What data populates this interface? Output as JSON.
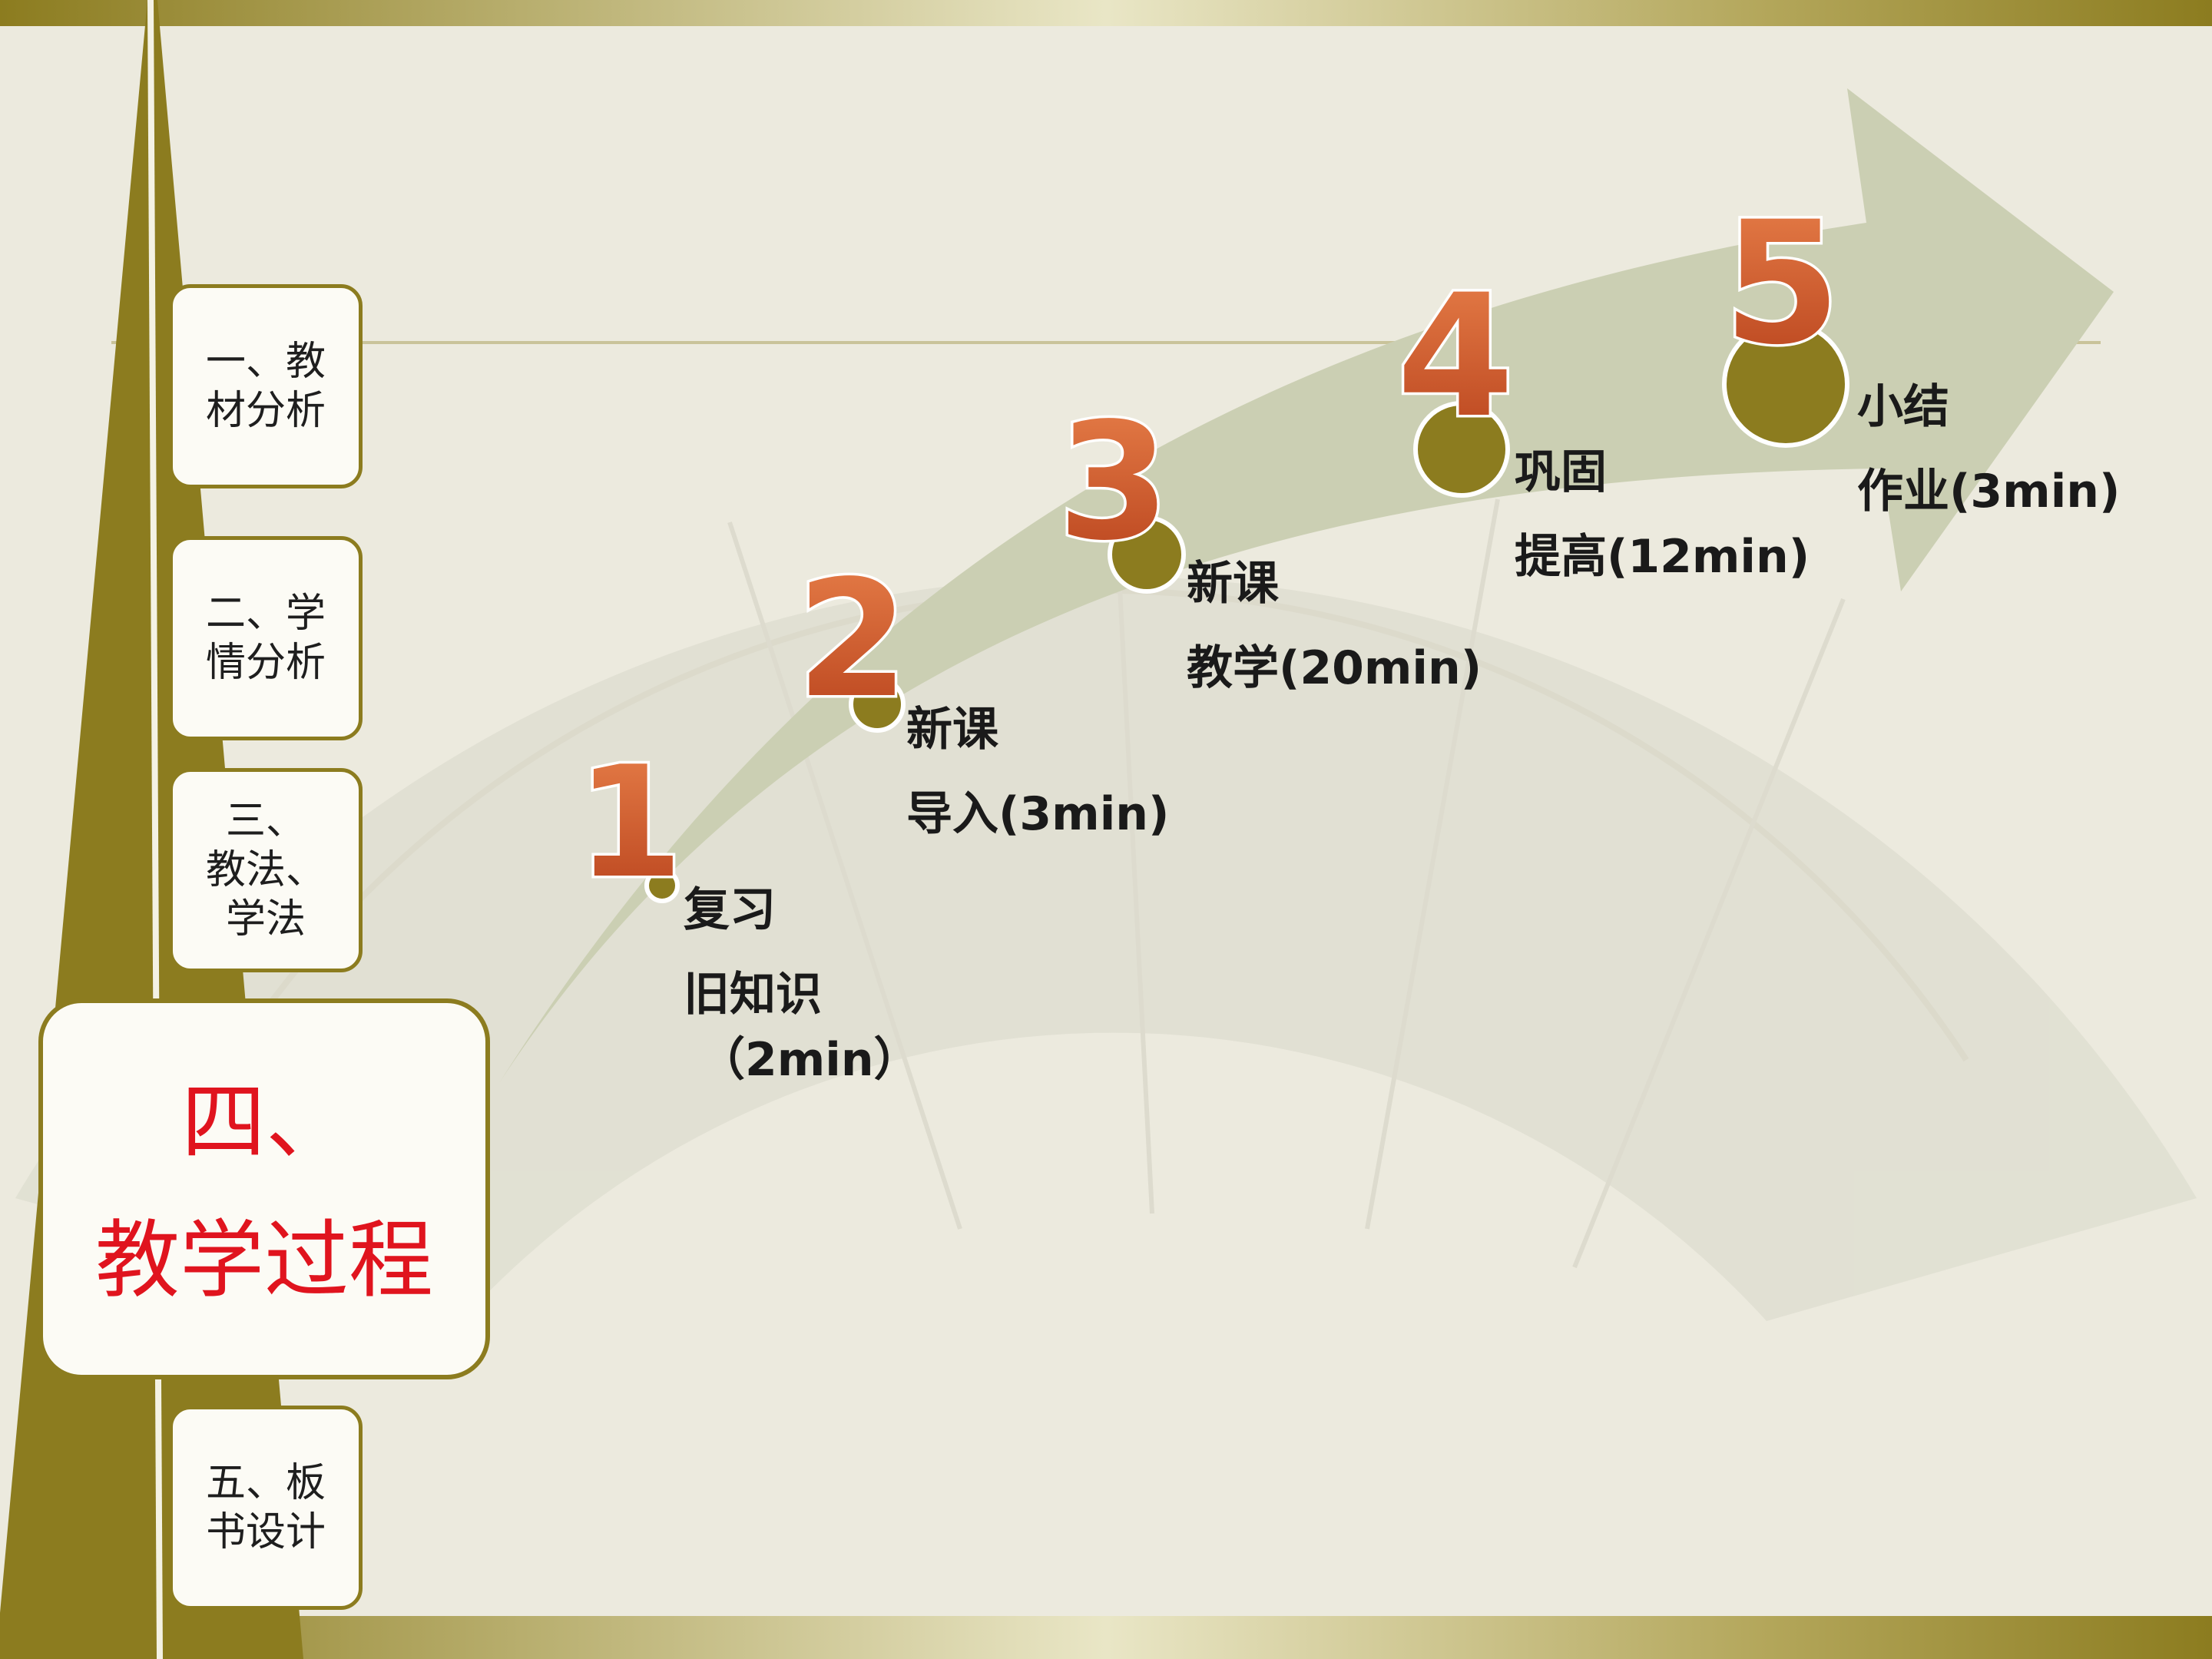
{
  "nav": {
    "items": [
      {
        "label": "一、教\n材分析"
      },
      {
        "label": "二、学\n情分析"
      },
      {
        "label": "三、\n教法、\n学法"
      },
      {
        "label": "五、板\n书设计"
      }
    ],
    "active": {
      "line1": "四、",
      "line2": "教学过程"
    }
  },
  "steps": [
    {
      "number": "1",
      "line1": "复习",
      "line2": "旧知识",
      "line3": "（2min）"
    },
    {
      "number": "2",
      "line1": "新课",
      "line2": "导入(3min)"
    },
    {
      "number": "3",
      "line1": "新课",
      "line2": "教学(20min)"
    },
    {
      "number": "4",
      "line1": "巩固",
      "line2": "提高(12min)"
    },
    {
      "number": "5",
      "line1": "小结",
      "line2": "作业(3min)"
    }
  ],
  "colors": {
    "accent": "#8c7c1f",
    "active_text": "#e0141e",
    "number_fill": "#d4582a",
    "arrow": "#cbcfb3"
  }
}
